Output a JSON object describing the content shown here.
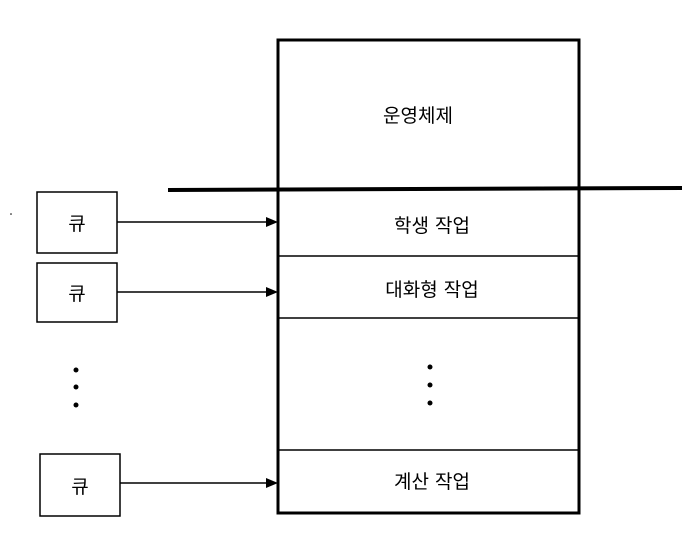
{
  "memory": {
    "os_label": "운영체제",
    "partitions": [
      {
        "label": "학생 작업"
      },
      {
        "label": "대화형 작업"
      },
      {
        "label": ""
      },
      {
        "label": "계산 작업"
      }
    ]
  },
  "queues": [
    {
      "label": "큐"
    },
    {
      "label": "큐"
    },
    {
      "label": "큐"
    }
  ],
  "colors": {
    "line": "#000000",
    "background": "#ffffff"
  }
}
